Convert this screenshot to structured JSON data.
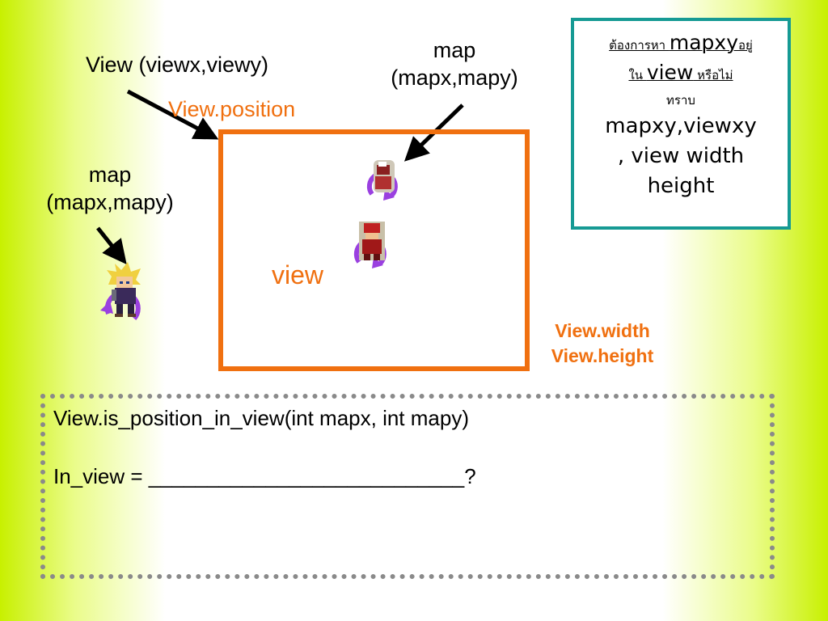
{
  "labels": {
    "view_coord": "View (viewx,viewy)",
    "view_position": "View.position",
    "map_top_line1": "map",
    "map_top_line2": "(mapx,mapy)",
    "map_left_line1": "map",
    "map_left_line2": "(mapx,mapy)",
    "view_word": "view",
    "view_width": "View.width",
    "view_height": "View.height"
  },
  "info_box": {
    "line1_prefix": "ต้องการหา ",
    "line1_big": "mapxy",
    "line1_suffix": "อยู่",
    "line2_prefix": "ใน ",
    "line2_big": "view",
    "line2_suffix": " หรือไม่",
    "line3": "ทราบ",
    "line4": "mapxy,viewxy",
    "line5": ", view width",
    "line6": "height"
  },
  "code": {
    "line1": "View.is_position_in_view(int mapx, int mapy)",
    "line2": "In_view = ___________________________?"
  },
  "colors": {
    "orange": "#f07010",
    "teal": "#169a94",
    "purple": "#9a40e0",
    "lime": "#c8f000"
  },
  "icons": {
    "arrow": "arrow-icon",
    "character": "character-sprite-icon",
    "rotate": "rotate-circle-icon"
  }
}
